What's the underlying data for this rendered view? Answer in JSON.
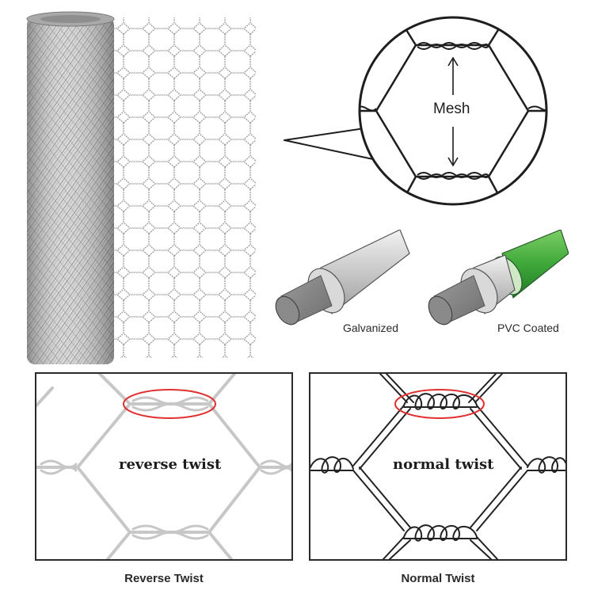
{
  "callout": {
    "mesh_label": "Mesh"
  },
  "wire_types": [
    {
      "label": "Galvanized",
      "color": "#b8b8b8"
    },
    {
      "label": "PVC Coated",
      "color": "#3fa83a"
    }
  ],
  "twist_panels": [
    {
      "center_label": "reverse twist",
      "caption": "Reverse Twist",
      "stroke": "#c7c7c7"
    },
    {
      "center_label": "normal twist",
      "caption": "Normal Twist",
      "stroke": "#222222"
    }
  ],
  "colors": {
    "highlight": "#e03030",
    "outline": "#1e1e1e"
  }
}
